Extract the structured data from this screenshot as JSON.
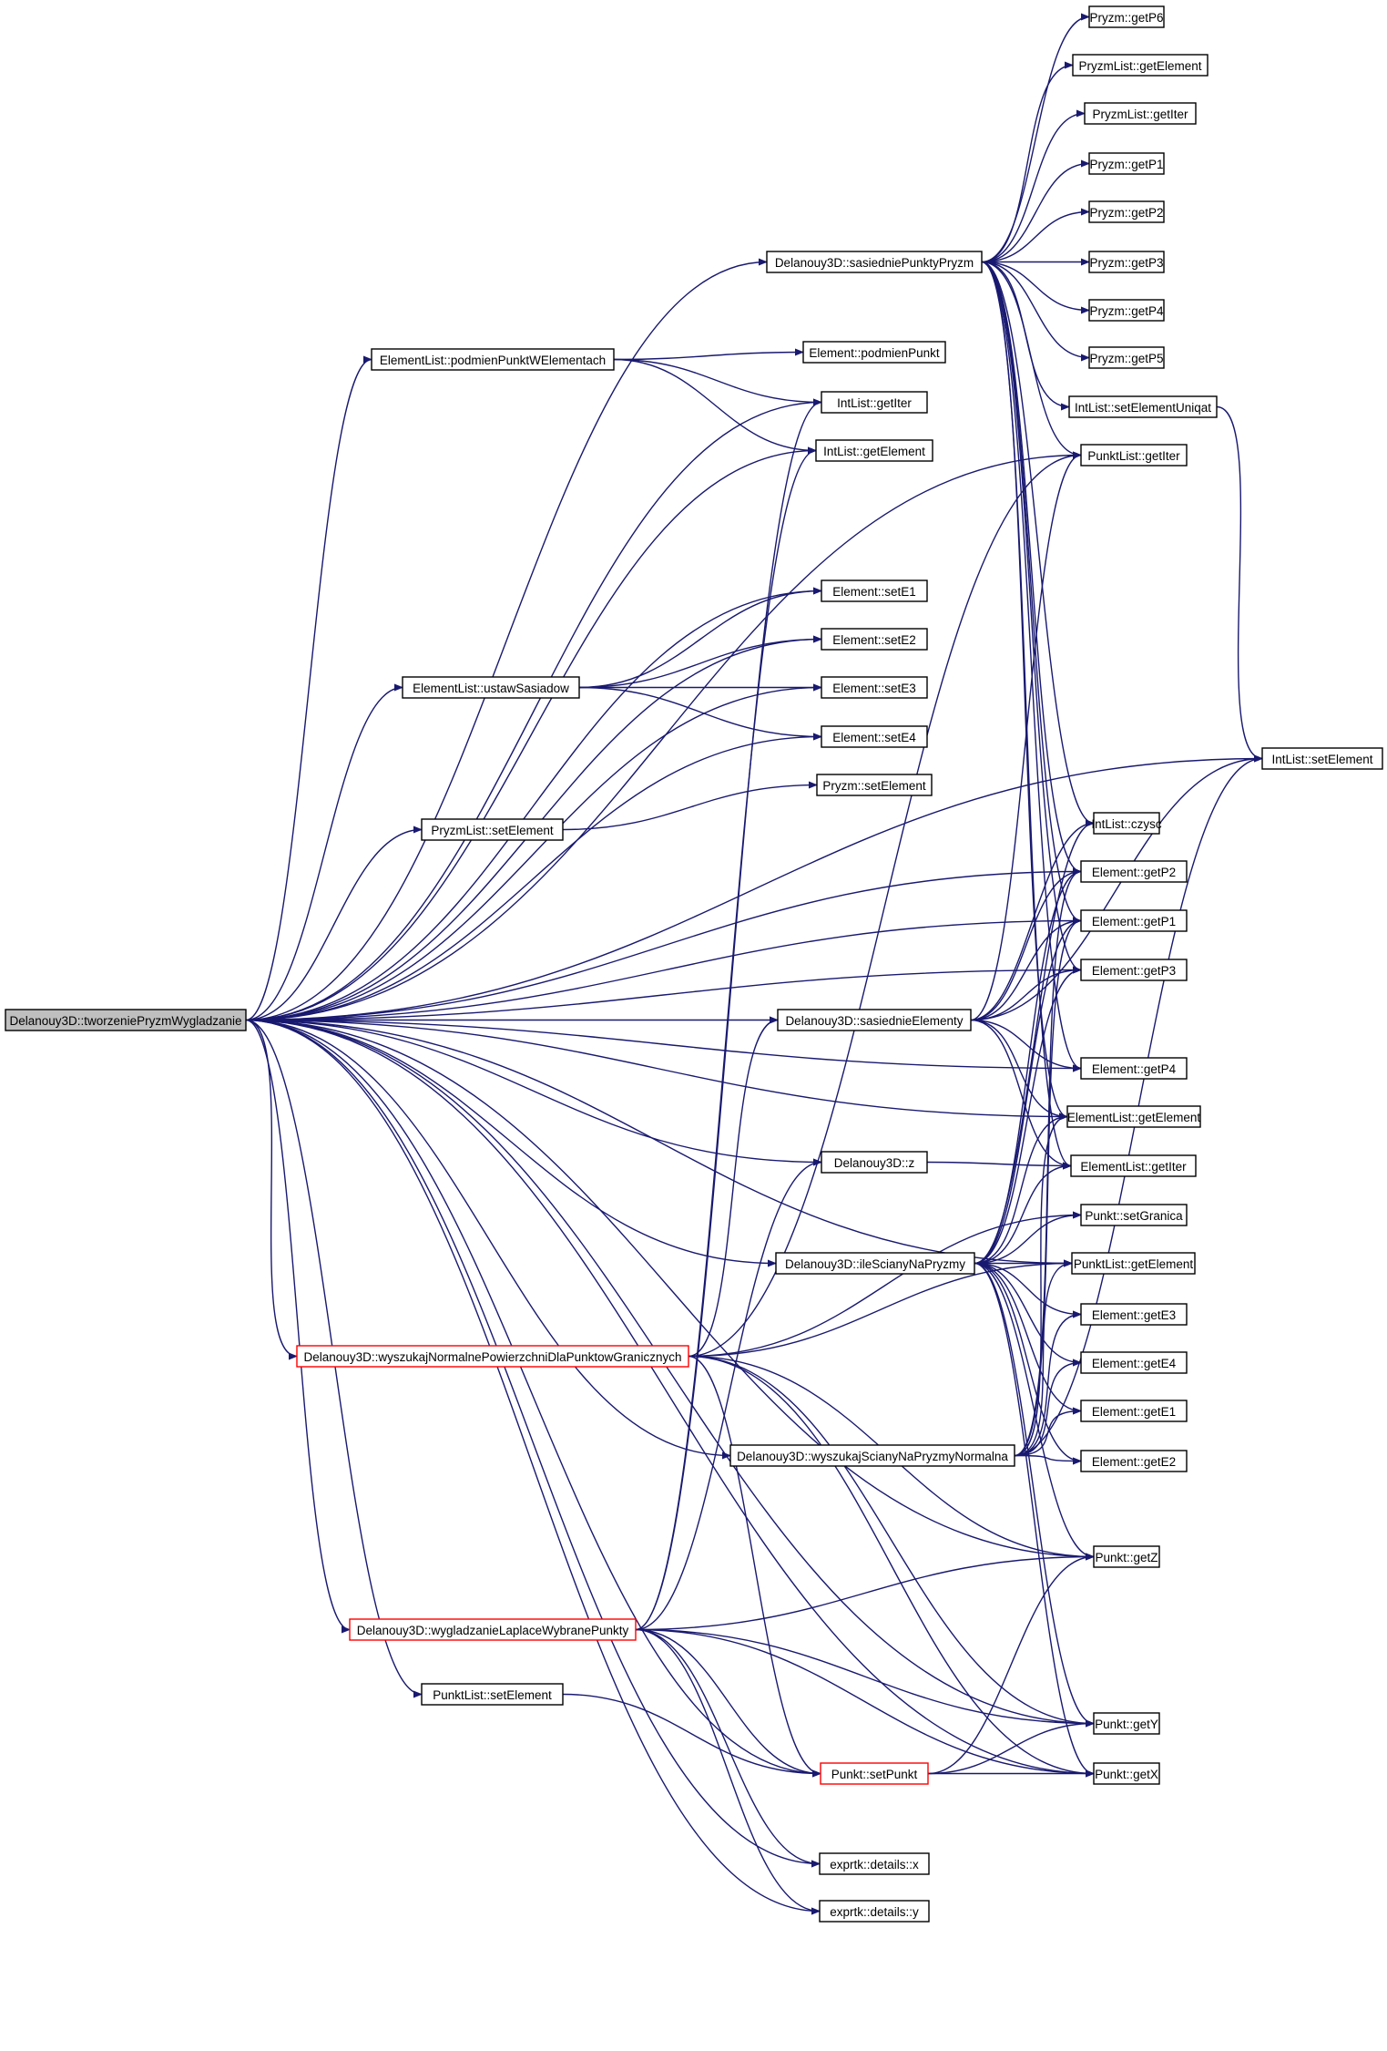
{
  "graph": {
    "edge_color": "#191970",
    "root_fill": "#bfbfbf",
    "red_border": "#ff0000",
    "nodes": [
      {
        "id": "root",
        "label": "Delanouy3D::tworzeniePryzmWygladzanie",
        "style": "root"
      },
      {
        "id": "sasPP",
        "label": "Delanouy3D::sasiedniePunktyPryzm"
      },
      {
        "id": "getP6",
        "label": "Pryzm::getP6"
      },
      {
        "id": "pzGetEl",
        "label": "PryzmList::getElement"
      },
      {
        "id": "pzGetIter",
        "label": "PryzmList::getIter"
      },
      {
        "id": "getP1z",
        "label": "Pryzm::getP1"
      },
      {
        "id": "getP2z",
        "label": "Pryzm::getP2"
      },
      {
        "id": "getP3z",
        "label": "Pryzm::getP3"
      },
      {
        "id": "getP4z",
        "label": "Pryzm::getP4"
      },
      {
        "id": "getP5z",
        "label": "Pryzm::getP5"
      },
      {
        "id": "elPodmien",
        "label": "ElementList::podmienPunktWElementach"
      },
      {
        "id": "elemPodmien",
        "label": "Element::podmienPunkt"
      },
      {
        "id": "ilGetIter",
        "label": "IntList::getIter"
      },
      {
        "id": "ilSetUniq",
        "label": "IntList::setElementUniqat"
      },
      {
        "id": "ilGetEl",
        "label": "IntList::getElement"
      },
      {
        "id": "plGetIter",
        "label": "PunktList::getIter"
      },
      {
        "id": "setE1",
        "label": "Element::setE1"
      },
      {
        "id": "setE2",
        "label": "Element::setE2"
      },
      {
        "id": "ustawSas",
        "label": "ElementList::ustawSasiadow"
      },
      {
        "id": "setE3",
        "label": "Element::setE3"
      },
      {
        "id": "setE4",
        "label": "Element::setE4"
      },
      {
        "id": "ilSetEl",
        "label": "IntList::setElement"
      },
      {
        "id": "pzSetElem",
        "label": "Pryzm::setElement"
      },
      {
        "id": "pzlSetEl",
        "label": "PryzmList::setElement"
      },
      {
        "id": "ilCzysc",
        "label": "IntList::czysc"
      },
      {
        "id": "getP2e",
        "label": "Element::getP2"
      },
      {
        "id": "getP1e",
        "label": "Element::getP1"
      },
      {
        "id": "getP3e",
        "label": "Element::getP3"
      },
      {
        "id": "sasEl",
        "label": "Delanouy3D::sasiednieElementy"
      },
      {
        "id": "getP4e",
        "label": "Element::getP4"
      },
      {
        "id": "elGetEl",
        "label": "ElementList::getElement"
      },
      {
        "id": "dz",
        "label": "Delanouy3D::z"
      },
      {
        "id": "elGetIter",
        "label": "ElementList::getIter"
      },
      {
        "id": "setGran",
        "label": "Punkt::setGranica"
      },
      {
        "id": "ileSc",
        "label": "Delanouy3D::ileScianyNaPryzmy"
      },
      {
        "id": "plGetEl",
        "label": "PunktList::getElement"
      },
      {
        "id": "wyszNorm",
        "label": "Delanouy3D::wyszukajNormalnePowierzchniDlaPunktowGranicznych",
        "style": "red"
      },
      {
        "id": "getE3",
        "label": "Element::getE3"
      },
      {
        "id": "getE4",
        "label": "Element::getE4"
      },
      {
        "id": "getE1",
        "label": "Element::getE1"
      },
      {
        "id": "wyszSc",
        "label": "Delanouy3D::wyszukajScianyNaPryzmyNormalna"
      },
      {
        "id": "getE2",
        "label": "Element::getE2"
      },
      {
        "id": "getZ",
        "label": "Punkt::getZ"
      },
      {
        "id": "wygl",
        "label": "Delanouy3D::wygladzanieLaplaceWybranePunkty",
        "style": "red"
      },
      {
        "id": "plSetEl",
        "label": "PunktList::setElement"
      },
      {
        "id": "getY",
        "label": "Punkt::getY"
      },
      {
        "id": "setPunkt",
        "label": "Punkt::setPunkt",
        "style": "red"
      },
      {
        "id": "getX",
        "label": "Punkt::getX"
      },
      {
        "id": "exX",
        "label": "exprtk::details::x"
      },
      {
        "id": "exY",
        "label": "exprtk::details::y"
      }
    ],
    "edges": [
      [
        "root",
        "sasPP"
      ],
      [
        "root",
        "elPodmien"
      ],
      [
        "root",
        "ilGetIter"
      ],
      [
        "root",
        "ilGetEl"
      ],
      [
        "root",
        "plGetIter"
      ],
      [
        "root",
        "setE1"
      ],
      [
        "root",
        "setE2"
      ],
      [
        "root",
        "ustawSas"
      ],
      [
        "root",
        "setE3"
      ],
      [
        "root",
        "setE4"
      ],
      [
        "root",
        "ilSetEl"
      ],
      [
        "root",
        "pzlSetEl"
      ],
      [
        "root",
        "getP2e"
      ],
      [
        "root",
        "getP1e"
      ],
      [
        "root",
        "getP3e"
      ],
      [
        "root",
        "sasEl"
      ],
      [
        "root",
        "getP4e"
      ],
      [
        "root",
        "elGetEl"
      ],
      [
        "root",
        "dz"
      ],
      [
        "root",
        "ileSc"
      ],
      [
        "root",
        "plGetEl"
      ],
      [
        "root",
        "wyszNorm"
      ],
      [
        "root",
        "wyszSc"
      ],
      [
        "root",
        "getZ"
      ],
      [
        "root",
        "wygl"
      ],
      [
        "root",
        "plSetEl"
      ],
      [
        "root",
        "setPunkt"
      ],
      [
        "root",
        "exX"
      ],
      [
        "root",
        "exY"
      ],
      [
        "root",
        "getY"
      ],
      [
        "root",
        "getX"
      ],
      [
        "sasPP",
        "getP6"
      ],
      [
        "sasPP",
        "pzGetEl"
      ],
      [
        "sasPP",
        "pzGetIter"
      ],
      [
        "sasPP",
        "getP1z"
      ],
      [
        "sasPP",
        "getP2z"
      ],
      [
        "sasPP",
        "getP3z"
      ],
      [
        "sasPP",
        "getP4z"
      ],
      [
        "sasPP",
        "getP5z"
      ],
      [
        "sasPP",
        "ilSetUniq"
      ],
      [
        "sasPP",
        "plGetIter"
      ],
      [
        "sasPP",
        "ilCzysc"
      ],
      [
        "sasPP",
        "getP2e"
      ],
      [
        "sasPP",
        "getP1e"
      ],
      [
        "sasPP",
        "getP3e"
      ],
      [
        "sasPP",
        "getP4e"
      ],
      [
        "sasPP",
        "elGetEl"
      ],
      [
        "sasPP",
        "elGetIter"
      ],
      [
        "elPodmien",
        "elemPodmien"
      ],
      [
        "elPodmien",
        "ilGetIter"
      ],
      [
        "elPodmien",
        "ilGetEl"
      ],
      [
        "ilSetUniq",
        "ilSetEl"
      ],
      [
        "ustawSas",
        "setE1"
      ],
      [
        "ustawSas",
        "setE2"
      ],
      [
        "ustawSas",
        "setE3"
      ],
      [
        "ustawSas",
        "setE4"
      ],
      [
        "pzlSetEl",
        "pzSetElem"
      ],
      [
        "sasEl",
        "ilSetEl"
      ],
      [
        "sasEl",
        "plGetIter"
      ],
      [
        "sasEl",
        "ilCzysc"
      ],
      [
        "sasEl",
        "getP2e"
      ],
      [
        "sasEl",
        "getP1e"
      ],
      [
        "sasEl",
        "getP3e"
      ],
      [
        "sasEl",
        "getP4e"
      ],
      [
        "sasEl",
        "elGetEl"
      ],
      [
        "sasEl",
        "elGetIter"
      ],
      [
        "dz",
        "elGetIter"
      ],
      [
        "ileSc",
        "ilCzysc"
      ],
      [
        "ileSc",
        "getP2e"
      ],
      [
        "ileSc",
        "getP1e"
      ],
      [
        "ileSc",
        "getP3e"
      ],
      [
        "ileSc",
        "elGetEl"
      ],
      [
        "ileSc",
        "elGetIter"
      ],
      [
        "ileSc",
        "setGran"
      ],
      [
        "ileSc",
        "plGetEl"
      ],
      [
        "ileSc",
        "getE3"
      ],
      [
        "ileSc",
        "getE4"
      ],
      [
        "ileSc",
        "getE1"
      ],
      [
        "ileSc",
        "getE2"
      ],
      [
        "ileSc",
        "getZ"
      ],
      [
        "ileSc",
        "getY"
      ],
      [
        "ileSc",
        "getX"
      ],
      [
        "wyszNorm",
        "plGetIter"
      ],
      [
        "wyszNorm",
        "sasEl"
      ],
      [
        "wyszNorm",
        "setGran"
      ],
      [
        "wyszNorm",
        "plGetEl"
      ],
      [
        "wyszNorm",
        "getZ"
      ],
      [
        "wyszNorm",
        "getY"
      ],
      [
        "wyszNorm",
        "getX"
      ],
      [
        "wyszNorm",
        "setPunkt"
      ],
      [
        "wyszSc",
        "getP2e"
      ],
      [
        "wyszSc",
        "getP1e"
      ],
      [
        "wyszSc",
        "elGetEl"
      ],
      [
        "wyszSc",
        "plGetEl"
      ],
      [
        "wyszSc",
        "getE3"
      ],
      [
        "wyszSc",
        "getE4"
      ],
      [
        "wyszSc",
        "getE1"
      ],
      [
        "wyszSc",
        "getE2"
      ],
      [
        "wyszSc",
        "ilSetEl"
      ],
      [
        "wygl",
        "ilGetIter"
      ],
      [
        "wygl",
        "ilGetEl"
      ],
      [
        "wygl",
        "dz"
      ],
      [
        "wygl",
        "getZ"
      ],
      [
        "wygl",
        "getY"
      ],
      [
        "wygl",
        "setPunkt"
      ],
      [
        "wygl",
        "getX"
      ],
      [
        "wygl",
        "exX"
      ],
      [
        "wygl",
        "exY"
      ],
      [
        "plSetEl",
        "setPunkt"
      ],
      [
        "setPunkt",
        "getZ"
      ],
      [
        "setPunkt",
        "getY"
      ],
      [
        "setPunkt",
        "getX"
      ]
    ]
  }
}
